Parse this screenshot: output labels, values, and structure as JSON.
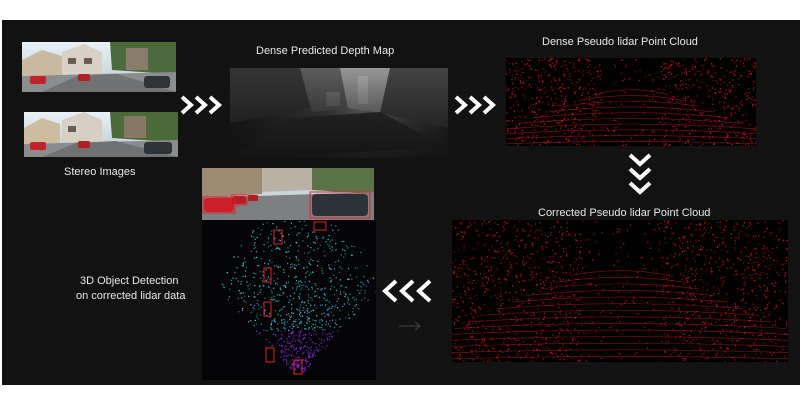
{
  "labels": {
    "stereo": "Stereo Images",
    "depth": "Dense Predicted Depth Map",
    "pseudo": "Dense Pseudo lidar Point Cloud",
    "corrected": "Corrected Pseudo lidar Point Cloud",
    "detection_line1": "3D Object Detection",
    "detection_line2": "on corrected lidar data"
  },
  "colors": {
    "background": "#121212",
    "text": "#e8e8e8",
    "arrow": "#ffffff",
    "pointcloud": "#d0141a",
    "bbox": "#e0202a",
    "lidar_cyan": "#35d6e8",
    "lidar_violet": "#8a2be2"
  }
}
